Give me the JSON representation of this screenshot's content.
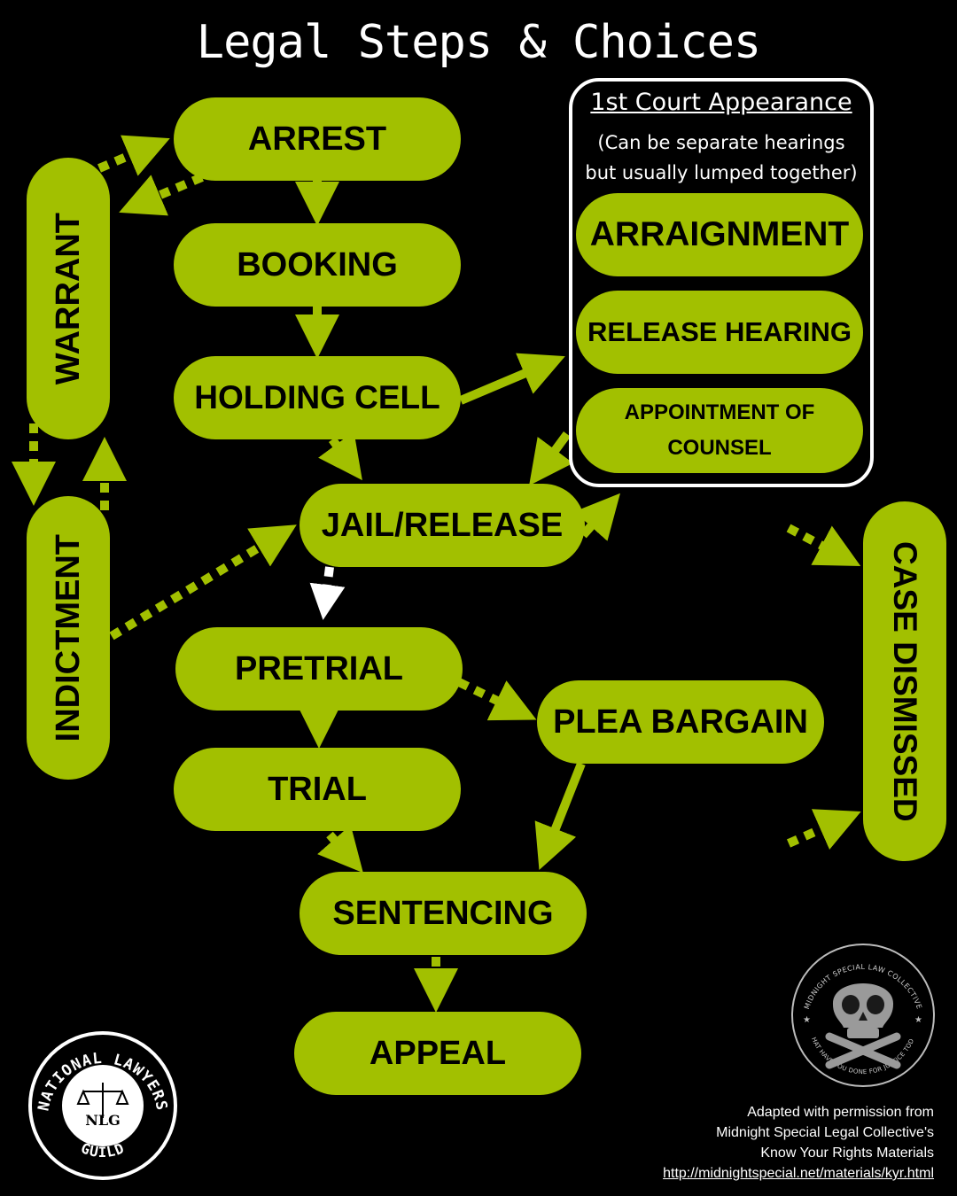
{
  "title": "Legal Steps & Choices",
  "court": {
    "title": "1st Court Appearance",
    "subtitle_line1": "(Can be separate hearings",
    "subtitle_line2": "but usually lumped together)",
    "arraignment": "ARRAIGNMENT",
    "release_hearing": "RELEASE HEARING",
    "counsel_line1": "APPOINTMENT OF",
    "counsel_line2": "COUNSEL"
  },
  "steps": {
    "arrest": "ARREST",
    "booking": "BOOKING",
    "holding_cell": "HOLDING CELL",
    "jail_release": "JAIL/RELEASE",
    "pretrial": "PRETRIAL",
    "trial": "TRIAL",
    "plea_bargain": "PLEA BARGAIN",
    "sentencing": "SENTENCING",
    "appeal": "APPEAL",
    "warrant": "WARRANT",
    "indictment": "INDICTMENT",
    "case_dismissed": "CASE DISMISSED"
  },
  "logos": {
    "nlg_ring": "NATIONAL LAWYERS",
    "nlg_bottom": "GUILD",
    "nlg_monogram": "NLG",
    "midnight_ring": "MIDNIGHT SPECIAL LAW COLLECTIVE",
    "midnight_bottom": "WHAT HAVE YOU DONE FOR JUSTICE TODAY"
  },
  "credit": {
    "line1": "Adapted with permission from",
    "line2": "Midnight Special Legal Collective's",
    "line3": "Know Your Rights Materials",
    "url": "http://midnightspecial.net/materials/kyr.html"
  },
  "colors": {
    "accent": "#a2c000",
    "background": "#000000",
    "foreground": "#ffffff"
  }
}
